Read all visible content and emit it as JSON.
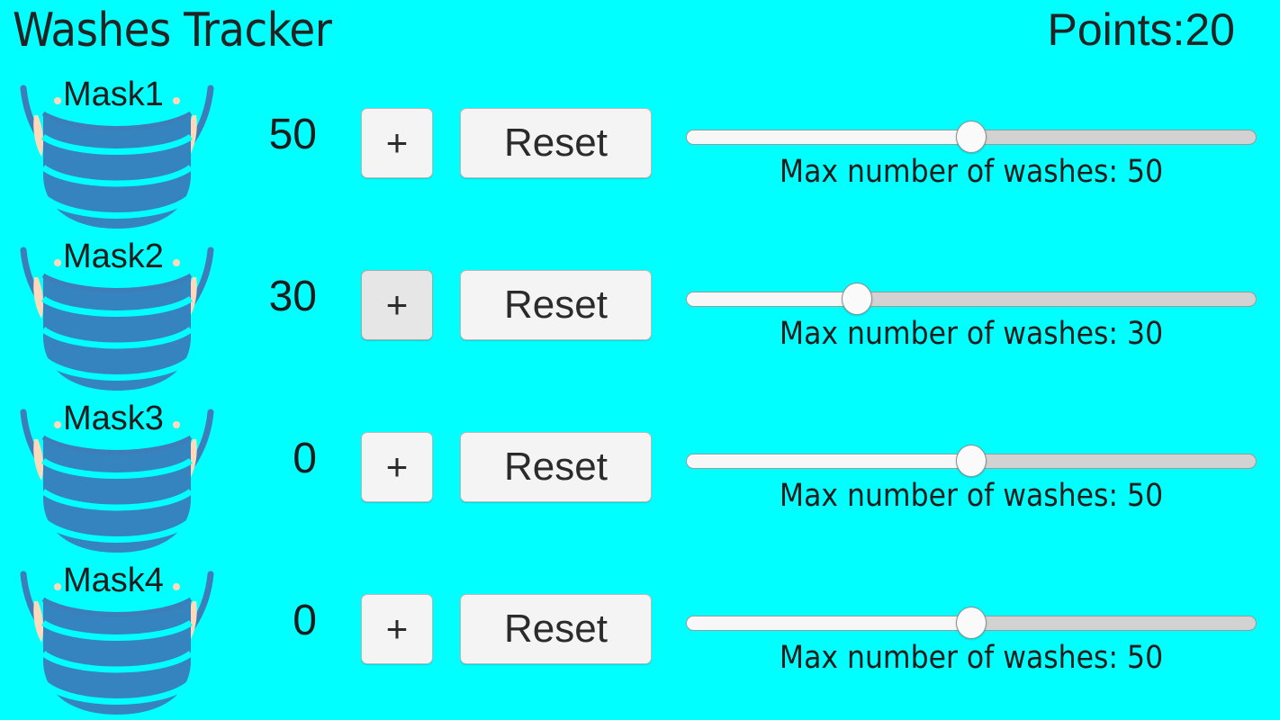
{
  "header": {
    "title": "Washes Tracker",
    "points_label": "Points:20"
  },
  "theme": {
    "background": "#00FFFF",
    "text": "#1c1c1c",
    "mask_body": "#3584c0",
    "mask_outline": "#3d7eb8",
    "mask_pleat": "#00FFFF",
    "ear_skin": "#ffd9bb",
    "button_face": "#f4f4f4",
    "button_pressed": "#e6e6e6",
    "button_border": "#b9b9b9",
    "slider_fill": "#f7f7f7",
    "slider_remainder": "#d2d2d2",
    "slider_thumb": "#fafafa"
  },
  "controls": {
    "increment_label": "+",
    "reset_label": "Reset",
    "slider_min": 0,
    "slider_max": 100
  },
  "rows": [
    {
      "name": "Mask1",
      "count": "50",
      "increment_label": "+",
      "reset_label": "Reset",
      "slider_value": 50,
      "slider_percent": "50",
      "max_washes": "50",
      "caption": "Max number of washes: 50",
      "increment_pressed": false
    },
    {
      "name": "Mask2",
      "count": "30",
      "increment_label": "+",
      "reset_label": "Reset",
      "slider_value": 30,
      "slider_percent": "30",
      "max_washes": "30",
      "caption": "Max number of washes: 30",
      "increment_pressed": true
    },
    {
      "name": "Mask3",
      "count": "0",
      "increment_label": "+",
      "reset_label": "Reset",
      "slider_value": 50,
      "slider_percent": "50",
      "max_washes": "50",
      "caption": "Max number of washes: 50",
      "increment_pressed": false
    },
    {
      "name": "Mask4",
      "count": "0",
      "increment_label": "+",
      "reset_label": "Reset",
      "slider_value": 50,
      "slider_percent": "50",
      "max_washes": "50",
      "caption": "Max number of washes: 50",
      "increment_pressed": false
    }
  ]
}
